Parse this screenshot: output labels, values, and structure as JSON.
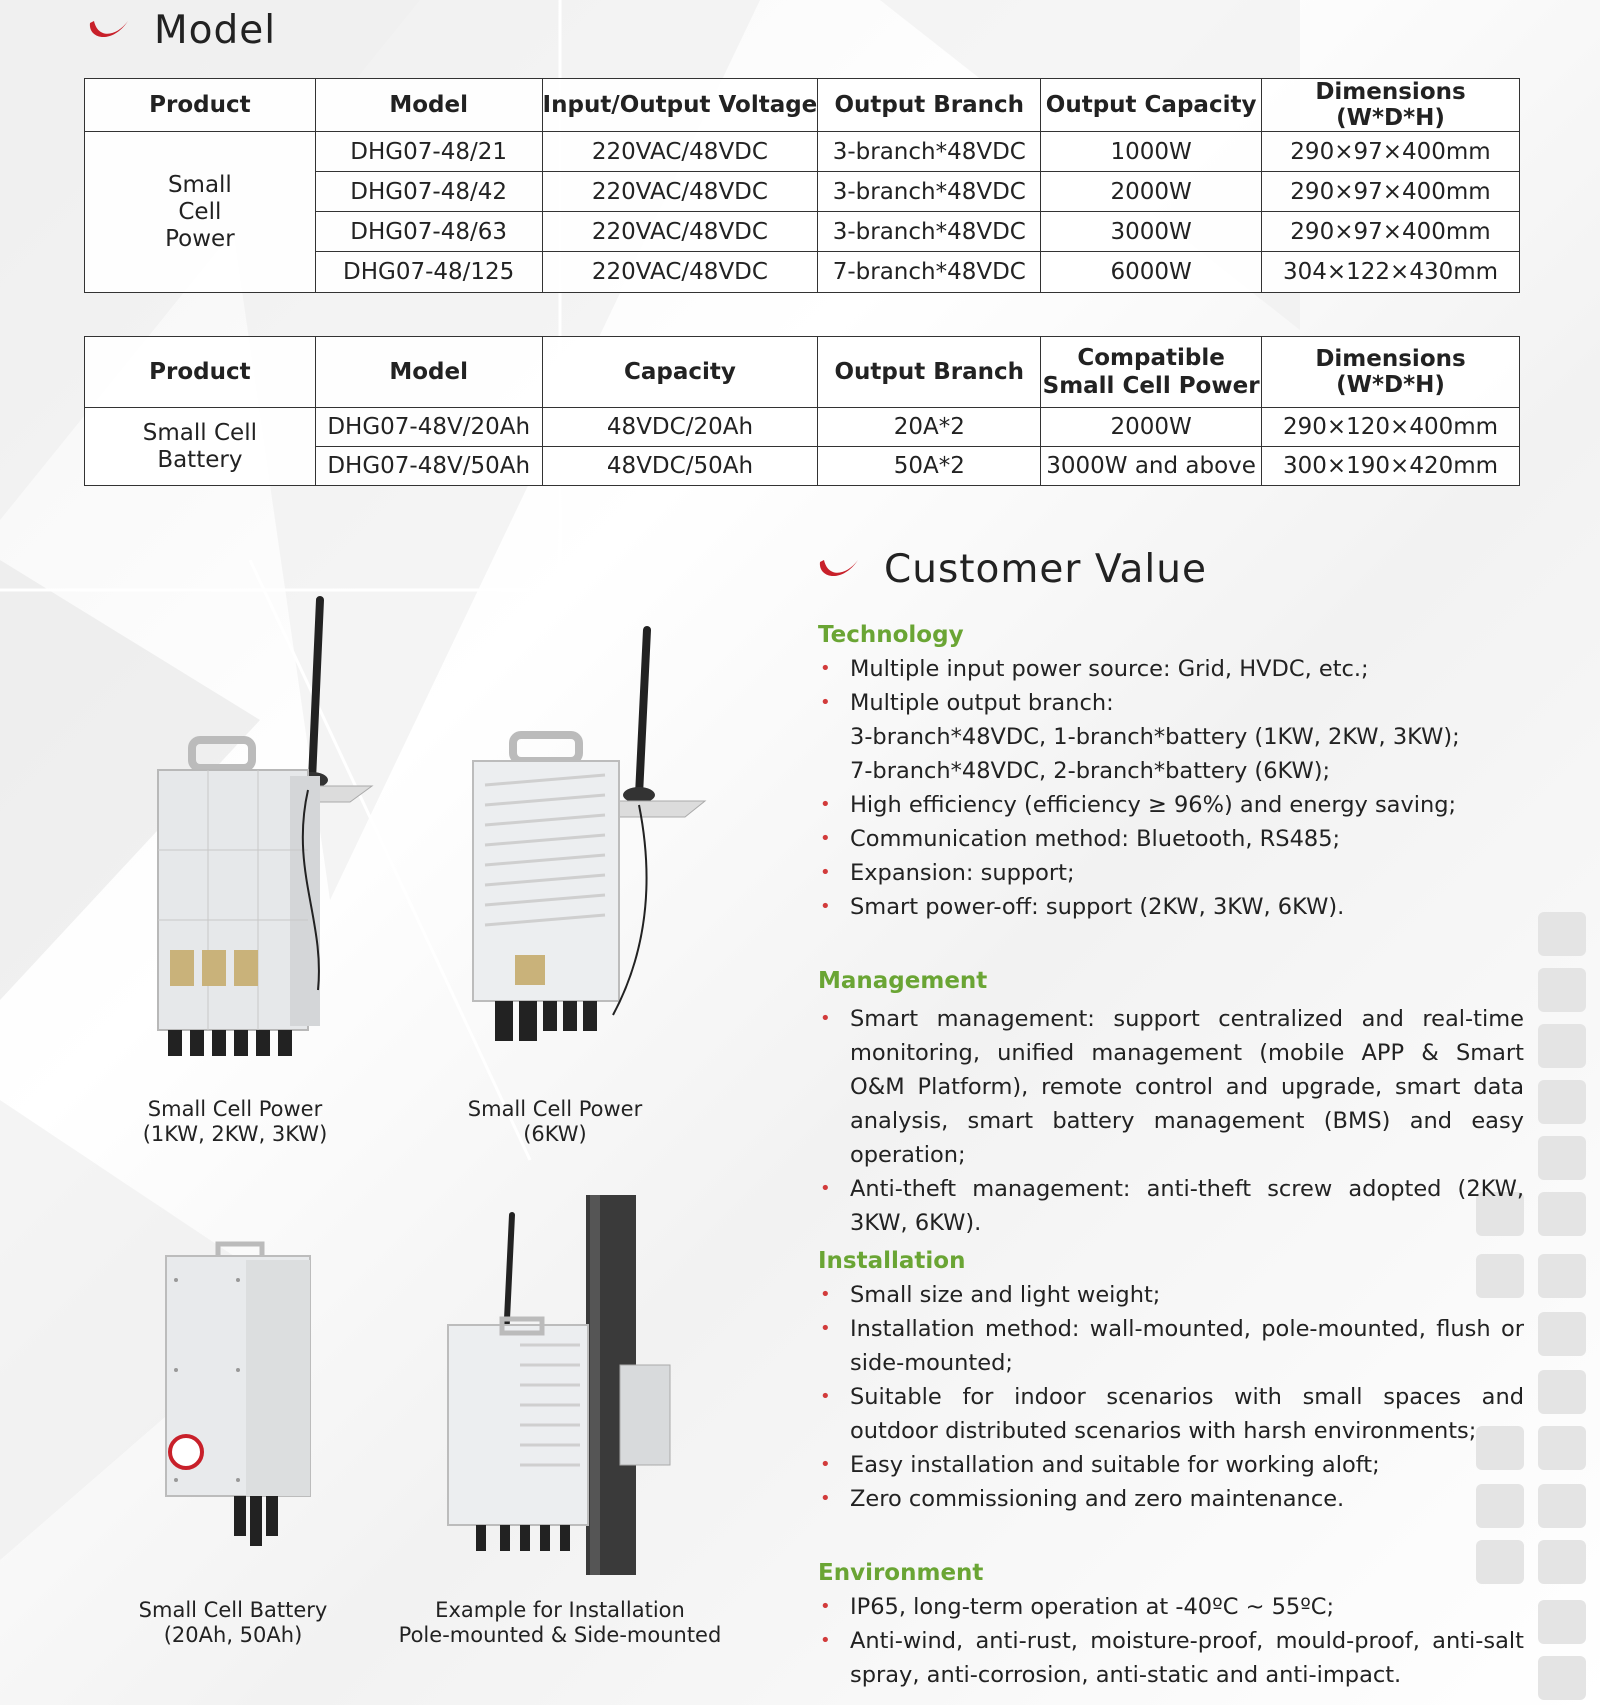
{
  "model_section": {
    "title": "Model"
  },
  "table1": {
    "headers": [
      "Product",
      "Model",
      "Input/Output Voltage",
      "Output Branch",
      "Output Capacity",
      "Dimensions (W*D*H)"
    ],
    "product": "Small Cell Power",
    "product_lines": [
      "Small",
      "Cell",
      "Power"
    ],
    "rows": [
      [
        "DHG07-48/21",
        "220VAC/48VDC",
        "3-branch*48VDC",
        "1000W",
        "290×97×400mm"
      ],
      [
        "DHG07-48/42",
        "220VAC/48VDC",
        "3-branch*48VDC",
        "2000W",
        "290×97×400mm"
      ],
      [
        "DHG07-48/63",
        "220VAC/48VDC",
        "3-branch*48VDC",
        "3000W",
        "290×97×400mm"
      ],
      [
        "DHG07-48/125",
        "220VAC/48VDC",
        "7-branch*48VDC",
        "6000W",
        "304×122×430mm"
      ]
    ]
  },
  "table2": {
    "headers": [
      "Product",
      "Model",
      "Capacity",
      "Output Branch",
      "Compatible Small Cell Power",
      "Dimensions (W*D*H)"
    ],
    "header_compatible_lines": [
      "Compatible",
      "Small Cell Power"
    ],
    "product_lines": [
      "Small Cell",
      "Battery"
    ],
    "rows": [
      [
        "DHG07-48V/20Ah",
        "48VDC/20Ah",
        "20A*2",
        "2000W",
        "290×120×400mm"
      ],
      [
        "DHG07-48V/50Ah",
        "48VDC/50Ah",
        "50A*2",
        "3000W and above",
        "300×190×420mm"
      ]
    ]
  },
  "products": [
    {
      "caption_line1": "Small Cell Power",
      "caption_line2": "(1KW, 2KW, 3KW)"
    },
    {
      "caption_line1": "Small Cell Power",
      "caption_line2": "(6KW)"
    },
    {
      "caption_line1": "Small Cell Battery",
      "caption_line2": "(20Ah, 50Ah)"
    },
    {
      "caption_line1": "Example for Installation",
      "caption_line2": "Pole-mounted & Side-mounted"
    }
  ],
  "customer_value": {
    "title": "Customer Value",
    "technology": {
      "heading": "Technology",
      "items": [
        "Multiple input power source: Grid, HVDC, etc.;",
        "Multiple output branch:",
        "3-branch*48VDC, 1-branch*battery (1KW, 2KW, 3KW);",
        "7-branch*48VDC, 2-branch*battery (6KW);",
        "High efficiency (efficiency ≥ 96%) and energy saving;",
        "Communication method: Bluetooth, RS485;",
        "Expansion: support;",
        "Smart power-off: support (2KW, 3KW, 6KW)."
      ]
    },
    "management": {
      "heading": "Management",
      "items": [
        "Smart management: support centralized and real-time monitoring, unified management (mobile APP & Smart O&M Platform), remote control and upgrade, smart data analysis, smart battery management (BMS) and easy operation;",
        "Anti-theft management: anti-theft screw adopted (2KW, 3KW, 6KW)."
      ]
    },
    "installation": {
      "heading": "Installation",
      "items": [
        "Small size and light weight;",
        "Installation method: wall-mounted, pole-mounted, flush or side-mounted;",
        "Suitable for indoor scenarios with small spaces and outdoor distributed scenarios with harsh environments;",
        "Easy installation and suitable for working aloft;",
        "Zero commissioning and zero maintenance."
      ]
    },
    "environment": {
      "heading": "Environment",
      "items": [
        "IP65, long-term operation at -40ºC ~ 55ºC;",
        "Anti-wind, anti-rust, moisture-proof, mould-proof, anti-salt spray, anti-corrosion, anti-static and anti-impact."
      ]
    }
  },
  "colors": {
    "accent_red": "#c8202a",
    "heading_green": "#6aa534",
    "text": "#222222"
  }
}
